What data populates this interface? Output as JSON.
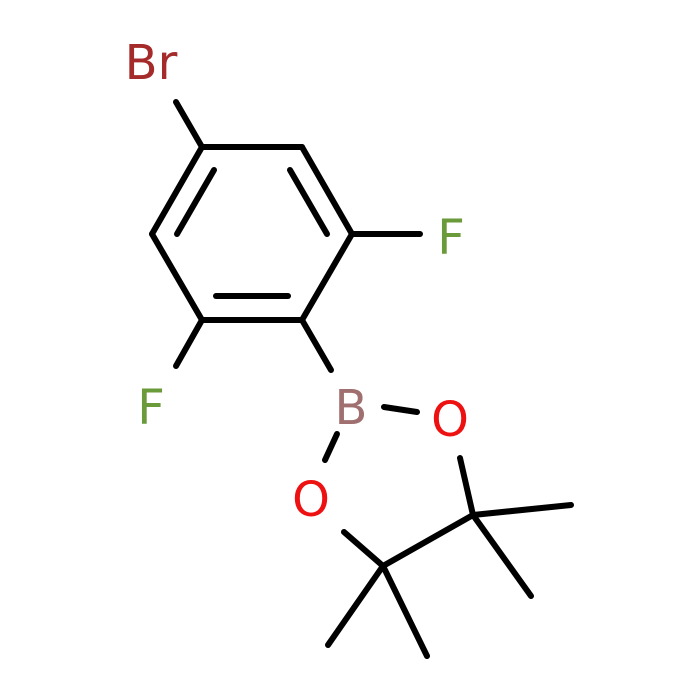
{
  "molecule": {
    "atoms": {
      "br": {
        "symbol": "Br",
        "color": "#a52a2a"
      },
      "f_right": {
        "symbol": "F",
        "color": "#6a9a3a"
      },
      "f_left": {
        "symbol": "F",
        "color": "#6a9a3a"
      },
      "boron": {
        "symbol": "B",
        "color": "#a07070"
      },
      "o_right": {
        "symbol": "O",
        "color": "#ee1111"
      },
      "o_left": {
        "symbol": "O",
        "color": "#ee1111"
      }
    },
    "bond_color": "#000000"
  }
}
